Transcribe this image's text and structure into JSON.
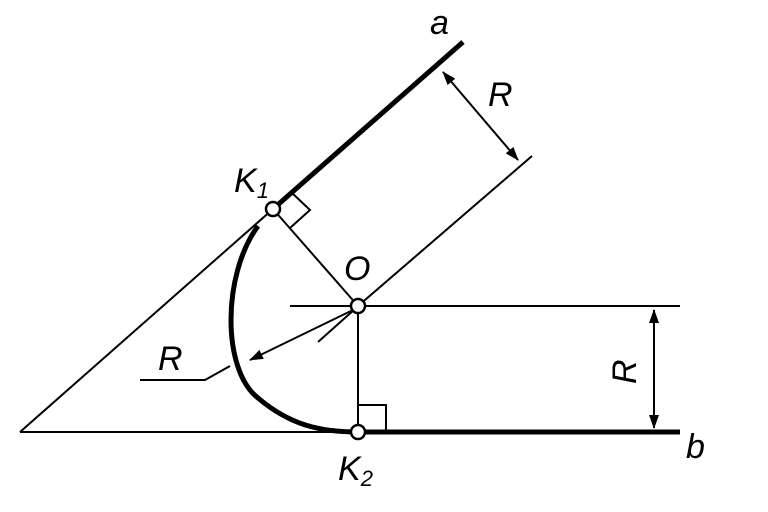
{
  "labels": {
    "line_a": "a",
    "line_b": "b",
    "center": "O",
    "tangent_point_1": {
      "main": "K",
      "sub": "1"
    },
    "tangent_point_2": {
      "main": "K",
      "sub": "2"
    },
    "radius_parallel": "R",
    "radius_arc": "R",
    "radius_vertical": "R"
  },
  "colors": {
    "stroke": "#000000",
    "background": "#ffffff"
  }
}
